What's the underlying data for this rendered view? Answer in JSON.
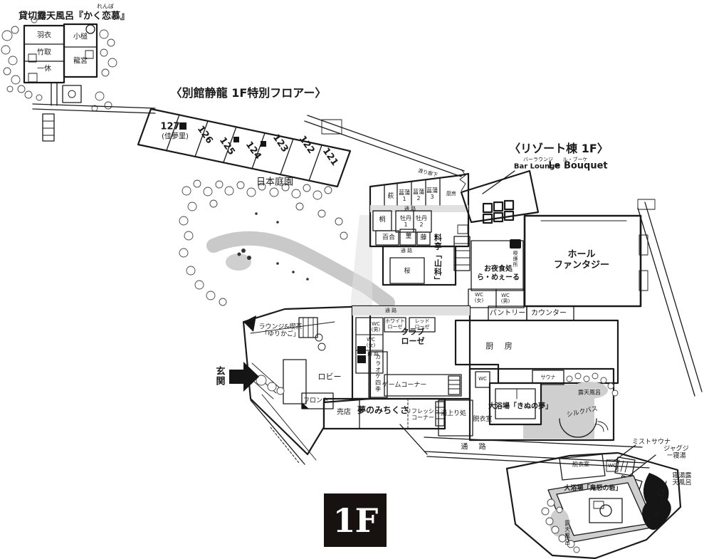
{
  "colors": {
    "ink": "#1a1a1a",
    "water_gray": "#c9c9c9",
    "badge_bg": "#17120f"
  },
  "labels": {
    "kakurenbo_title": "貸切露天風呂『かく恋慕』",
    "kakurenbo_furigana": "れんぼ",
    "hagoromo": "羽衣",
    "taketori": "竹取",
    "ikkyu": "一休",
    "kozuchi": "小槌",
    "ryugu": "龍宮",
    "annex_title": "〈別館静龍 1F特別フロアー〉",
    "r127": "127",
    "r127_name": "(佳夢里)",
    "r126": "126",
    "r125": "125",
    "r124": "124",
    "r123": "123",
    "r122": "122",
    "r121": "121",
    "garden": "日本庭園",
    "resort_title": "〈リゾート棟 1F〉",
    "bar_furigana": "バーラウンジ",
    "bar_en": "Bar Lounge",
    "bouquet_furigana": "ル・ブーケ",
    "bouquet_en": "Le Bouquet",
    "watarirouka": "渡り廊下",
    "hagi": "萩",
    "shobu1": "菖蒲\n1",
    "shobu2": "菖蒲\n2",
    "shobu3": "菖蒲\n3",
    "kitchen_small": "厨房",
    "kiri": "桐",
    "botan1": "牡丹\n1",
    "botan2": "牡丹\n2",
    "yuri": "百合",
    "sumire": "菫",
    "fuji": "藤",
    "ryotei": "料亭「山科」",
    "sakura": "桜",
    "corridor": "通 路",
    "smoking": "喫煙所",
    "oyashoku": "お夜食処\nら・めぇーる",
    "hall": "ホール\nファンタジー",
    "wc_w": "WC\n(女)",
    "wc_m": "WC\n(男)",
    "wc": "WC",
    "pantry": "パントリー",
    "counter": "カウンター",
    "kitchen_main": "厨 房",
    "white_rose": "ホワイト\nローゼ",
    "red_rose": "レッド\nローゼ",
    "club_rose": "クラブ\nローゼ",
    "karaoke": "カラオケ四季",
    "game": "ゲームコーナー",
    "lounge": "ラウンジ&喫茶\n「ゆりかご」",
    "genkan": "玄関",
    "lobby": "ロビー",
    "front": "フロント",
    "baiten": "売店",
    "michikusa": "夢のみちくさ",
    "refresh": "リフレッシュ\nコーナー",
    "yuagari": "湯上り処",
    "datsui": "脱衣室",
    "sauna": "サウナ",
    "rotenburo": "露天風呂",
    "kinunoyume": "大浴場「きぬの夢」",
    "silk": "シルクバス",
    "mist": "ミストサウナ",
    "jacuzzi": "ジャグジー寝湯",
    "neyu": "寝湯露天風呂",
    "kinu_toride": "大浴場「鬼怒の砦」",
    "floor_badge": "1F"
  }
}
